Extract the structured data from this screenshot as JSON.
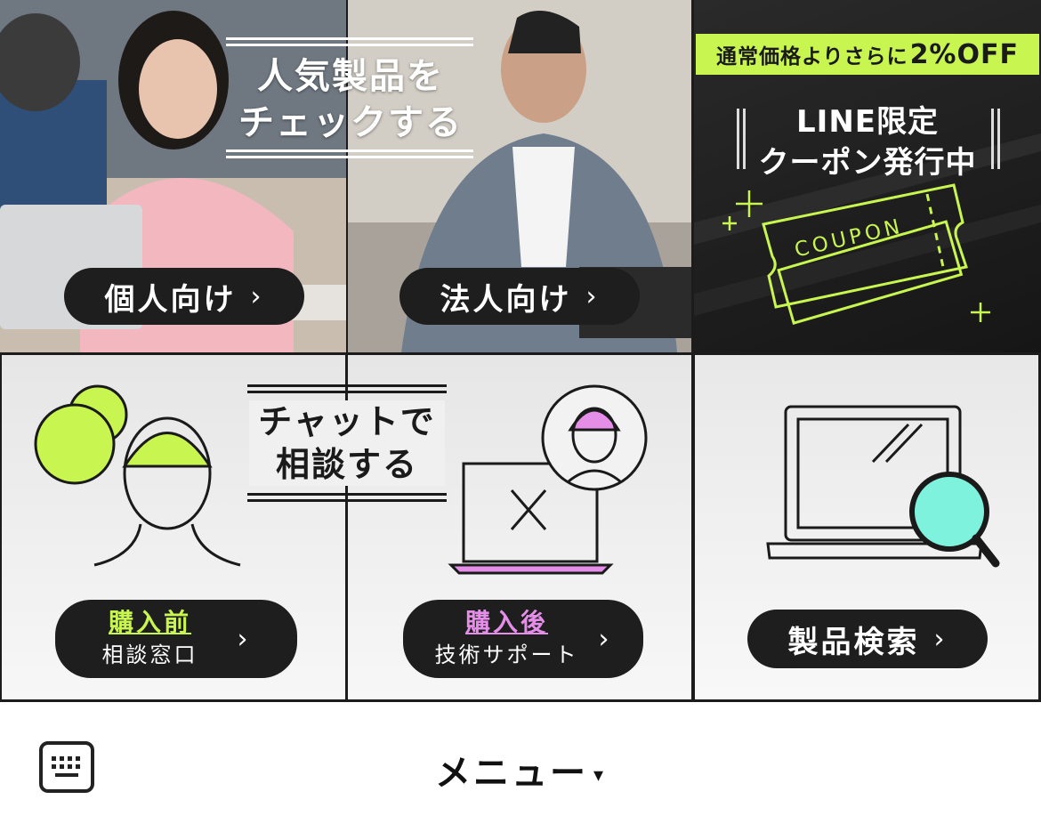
{
  "tiles": {
    "featured": {
      "line1": "人気製品を",
      "line2": "チェックする"
    },
    "personal": {
      "label": "個人向け",
      "chevron": "›"
    },
    "business": {
      "label": "法人向け",
      "chevron": "›"
    },
    "coupon": {
      "banner_prefix": "通常価格よりさらに",
      "banner_emph": "2%OFF",
      "line1": "LINE限定",
      "line2": "クーポン発行中",
      "ticket_text": "COUPON"
    },
    "chat": {
      "line1": "チャットで",
      "line2": "相談する"
    },
    "pre_purchase": {
      "top": "購入前",
      "bottom": "相談窓口",
      "chevron": "›"
    },
    "post_purchase": {
      "top": "購入後",
      "bottom": "技術サポート",
      "chevron": "›"
    },
    "product_search": {
      "label": "製品検索",
      "chevron": "›"
    }
  },
  "footer": {
    "menu_label": "メニュー",
    "menu_caret": "▾"
  },
  "colors": {
    "accent_green": "#c8f550",
    "accent_pink": "#e58ee8",
    "accent_cyan": "#7ff2de",
    "pill_bg": "#1e1e1e"
  },
  "icons": [
    "keyboard-icon",
    "speech-bubbles-icon",
    "person-icon",
    "laptop-tools-icon",
    "magnifier-icon",
    "ticket-icon",
    "sparkle-icon"
  ]
}
